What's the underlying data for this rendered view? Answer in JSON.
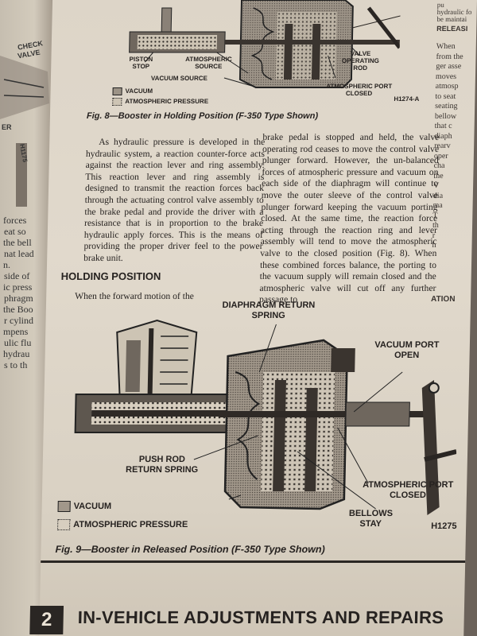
{
  "left_page": {
    "labels": [
      "CHECK",
      "VALVE",
      "ER",
      "H1175"
    ],
    "text_fragments": [
      "forces",
      "eat so",
      "the bell",
      "nat lead",
      "n.",
      "side of",
      "ic press",
      "phragm",
      "the Boo",
      "r cylind",
      "mpens",
      "ulic flu",
      "hydrau",
      "s to th"
    ]
  },
  "fig8": {
    "labels": {
      "piston_stop": "PISTON STOP",
      "atmospheric_source": "ATMOSPHERIC SOURCE",
      "vacuum_source": "VACUUM SOURCE",
      "valve_operating_rod": "VALVE OPERATING ROD",
      "atmospheric_port_closed": "ATMOSPHERIC PORT CLOSED",
      "ref": "H1274-A"
    },
    "legend": {
      "vacuum": "VACUUM",
      "atmospheric": "ATMOSPHERIC PRESSURE"
    },
    "caption": "Fig. 8—Booster in Holding Position (F-350 Type Shown)"
  },
  "body": {
    "left_col": "As hydraulic pressure is developed in the hydraulic system, a reaction counter-force acts against the reaction lever and ring assembly. This reaction lever and ring assembly is designed to transmit the reaction forces back through the actuating control valve assembly to the brake pedal and provide the driver with a resistance that is in proportion to the brake hydraulic apply forces. This is the means of providing the proper driver feel to the power brake unit.",
    "heading": "HOLDING POSITION",
    "left_col_2": "When the forward motion of the",
    "right_col": "brake pedal is stopped and held, the valve operating rod ceases to move the control valve plunger forward. However, the un-balanced forces of atmospheric pressure and vacuum on each side of the diaphragm will continue to move the outer sleeve of the control valve plunger forward keeping the vacuum porting closed. At the same time, the reaction force acting through the reaction ring and lever assembly will tend to move the atmospheric valve to the closed position (Fig. 8). When these combined forces balance, the porting to the vacuum supply will remain closed and the atmospheric valve will cut off any further passage to"
  },
  "right_crop": {
    "top": [
      "pu",
      "hydraulic fo",
      "be maintai"
    ],
    "release": "RELEASI",
    "lines": [
      "When",
      "from the",
      "ger asse",
      "moves",
      "atmosp",
      "to seat",
      "seating",
      "bellow",
      "that c",
      "diaph",
      "rearv",
      "oper",
      "cha",
      "the",
      "V",
      "dia",
      "ma",
      "T",
      "th",
      "r",
      "h"
    ],
    "ation": "ATION"
  },
  "fig9": {
    "labels": {
      "diaphragm_return_spring": "DIAPHRAGM RETURN SPRING",
      "vacuum_port_open": "VACUUM PORT OPEN",
      "push_rod_return_spring": "PUSH ROD RETURN SPRING",
      "atmospheric_port_closed": "ATMOSPHERIC PORT CLOSED",
      "bellows_stay": "BELLOWS STAY",
      "ref": "H1275"
    },
    "legend": {
      "vacuum": "VACUUM",
      "atmospheric": "ATMOSPHERIC PRESSURE"
    },
    "caption": "Fig. 9—Booster in Released Position (F-350 Type Shown)"
  },
  "footer": {
    "page_number": "2",
    "title": "IN-VEHICLE ADJUSTMENTS AND REPAIRS"
  },
  "colors": {
    "paper": "#ddd5c8",
    "ink": "#262220",
    "background": "#6b625a"
  }
}
